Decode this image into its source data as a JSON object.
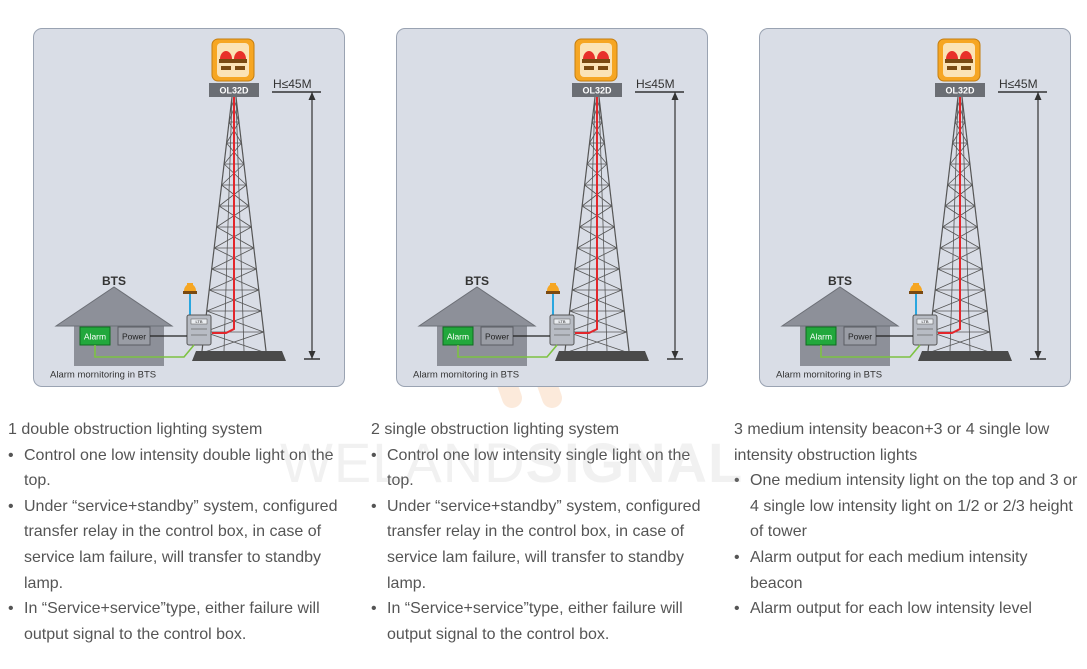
{
  "diagrams": [
    {
      "lamp_label": "OL32D",
      "height_label": "H≤45M",
      "bts_label": "BTS",
      "alarm_label": "Alarm",
      "power_label": "Power",
      "box_label": "LTB",
      "caption": "Alarm mornitoring in BTS"
    },
    {
      "lamp_label": "OL32D",
      "height_label": "H≤45M",
      "bts_label": "BTS",
      "alarm_label": "Alarm",
      "power_label": "Power",
      "box_label": "LTB",
      "caption": "Alarm mornitoring in BTS"
    },
    {
      "lamp_label": "OL32D",
      "height_label": "H≤45M",
      "bts_label": "BTS",
      "alarm_label": "Alarm",
      "power_label": "Power",
      "box_label": "LTB",
      "caption": "Alarm mornitoring in BTS"
    }
  ],
  "columns": [
    {
      "title": "1 double obstruction lighting system",
      "bullets": [
        "Control one low intensity double light on the top.",
        "Under “service+standby” system, configured transfer relay in the control box, in case of service lam failure, will transfer to standby lamp.",
        "In “Service+service”type, either failure will output signal to the control box."
      ]
    },
    {
      "title": "2 single obstruction lighting system",
      "bullets": [
        "Control one low intensity single light on the top.",
        "Under “service+standby” system, configured transfer relay in the control box, in case of service lam failure, will transfer to standby lamp.",
        "In “Service+service”type, either failure will output signal to the control box."
      ]
    },
    {
      "title": "3 medium intensity beacon+3 or 4 single low intensity obstruction lights",
      "bullets": [
        "One medium intensity light on the top and 3 or 4 single low intensity light on 1/2 or 2/3 height of tower",
        "Alarm output for each medium intensity beacon",
        "Alarm output for each low intensity level"
      ]
    }
  ],
  "watermark": {
    "part1": "WELAND",
    "part2": "SIGNAL"
  },
  "colors": {
    "panel_bg": "#d9dde6",
    "lamp_bg": "#f6a623",
    "lamp_red": "#e8302a",
    "red_cable": "#e3262b",
    "blue_cable": "#29a6df",
    "green_cable": "#7dc242",
    "alarm_green": "#22a83c",
    "tower_grey": "#555555"
  }
}
